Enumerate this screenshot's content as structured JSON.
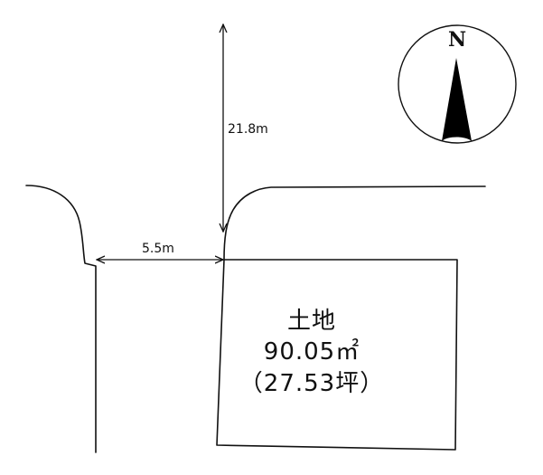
{
  "dimensions": {
    "road_length": "21.8m",
    "road_width": "5.5m"
  },
  "lot": {
    "label": "土地",
    "area": "90.05㎡",
    "area_tsubo": "（27.53坪）",
    "fill_color": "#dcdcdc"
  },
  "compass": {
    "label": "N",
    "icon": "north-arrow-icon"
  }
}
